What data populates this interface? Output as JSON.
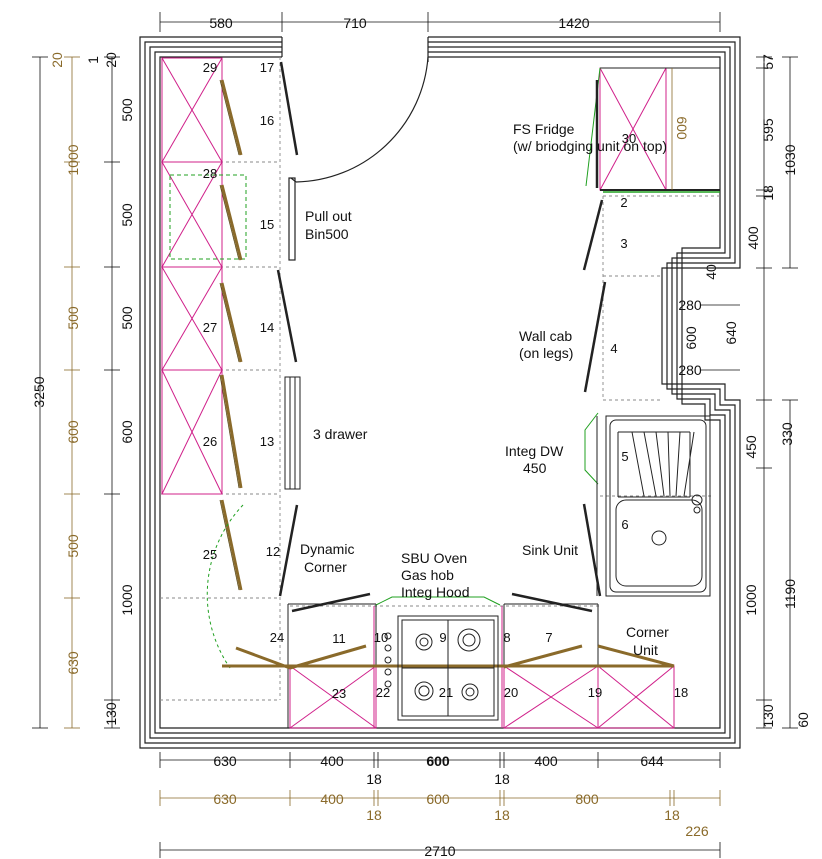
{
  "dims_top": [
    "580",
    "710",
    "1420"
  ],
  "dims_left_black": [
    "20",
    "1",
    "500",
    "500",
    "500",
    "600",
    "1000",
    "130"
  ],
  "dims_left_total": "3250",
  "dims_left_brown": [
    "20",
    "1000",
    "500",
    "600",
    "500",
    "630"
  ],
  "dims_right_inner": [
    "57",
    "595",
    "18",
    "400",
    "40",
    "280",
    "600",
    "280",
    "330",
    "450",
    "1000",
    "130",
    "60"
  ],
  "dims_right_outer": [
    "1030",
    "640",
    "1190"
  ],
  "dims_bottom_black": [
    "630",
    "400",
    "600",
    "400",
    "644"
  ],
  "dims_bottom_18": [
    "18",
    "18"
  ],
  "dims_bottom_brown": [
    "630",
    "400",
    "600",
    "800"
  ],
  "dims_bottom_brown_18": [
    "18",
    "18",
    "18"
  ],
  "dims_bottom_226": "226",
  "dims_total_width": "2710",
  "unit_numbers": [
    "29",
    "17",
    "16",
    "28",
    "15",
    "27",
    "14",
    "26",
    "13",
    "25",
    "12",
    "24",
    "11",
    "10",
    "9",
    "8",
    "7",
    "23",
    "22",
    "21",
    "20",
    "19",
    "18",
    "30",
    "2",
    "3",
    "4",
    "5",
    "6"
  ],
  "labels": {
    "fridge_line1": "FS Fridge",
    "fridge_line2": "(w/ briodging unit on top)",
    "fridge_600": "600",
    "bin_line1": "Pull out",
    "bin_line2": "Bin500",
    "wallcab_line1": "Wall cab",
    "wallcab_line2": "(on legs)",
    "drawer": "3 drawer",
    "dw_line1": "Integ DW",
    "dw_line2": "450",
    "dyn_line1": "Dynamic",
    "dyn_line2": "Corner",
    "oven_line1": "SBU Oven",
    "oven_line2": "Gas hob",
    "oven_line3": "Integ Hood",
    "sink": "Sink Unit",
    "corner_line1": "Corner",
    "corner_line2": "Unit"
  },
  "colors": {
    "wall": "#222222",
    "dimension_black": "#111111",
    "dimension_brown": "#8a6a2a",
    "cabinet_cross": "#d0208a",
    "door_swing": "#8a6a2a",
    "green_outline": "#20a020",
    "dashed_guides": "#888888"
  }
}
